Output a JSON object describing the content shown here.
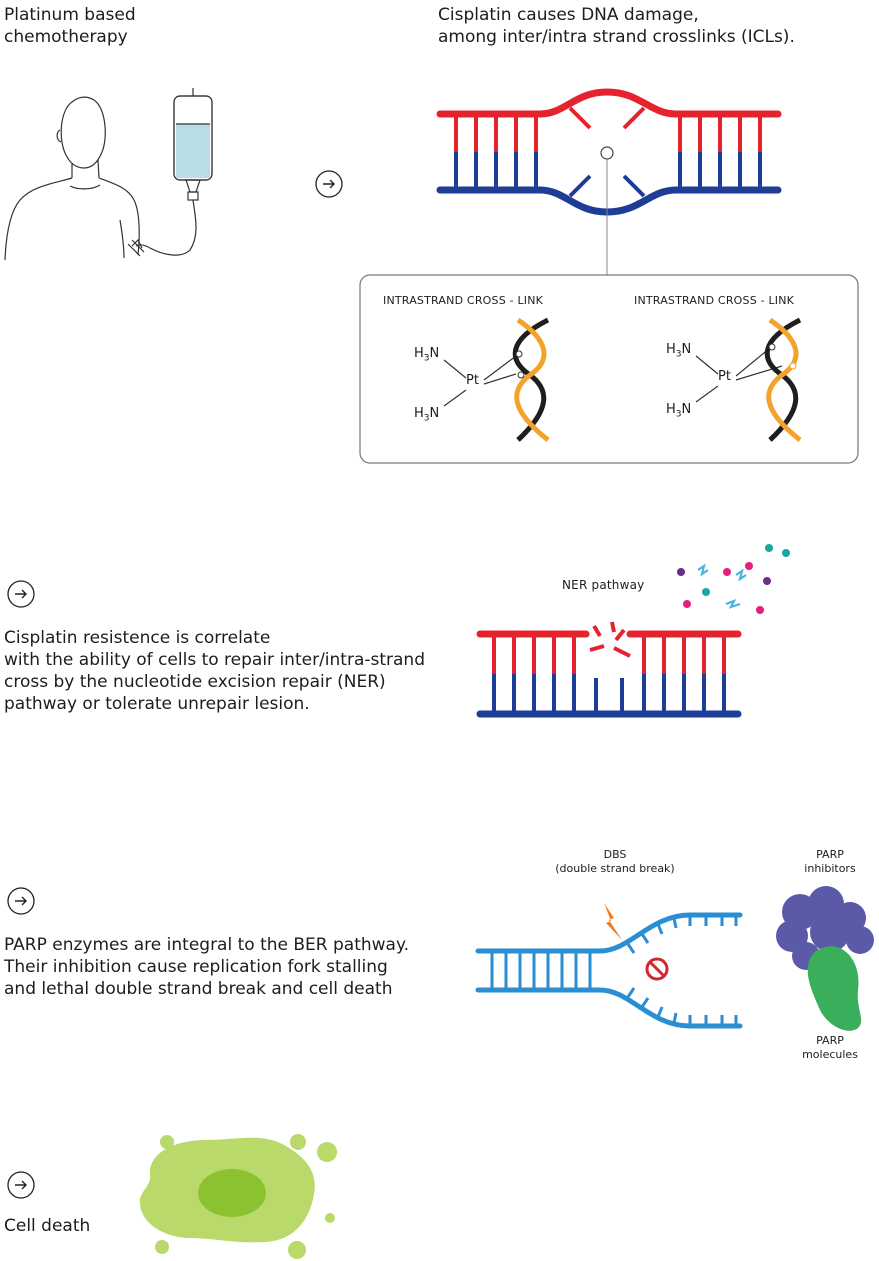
{
  "step1": {
    "left_text": "Platinum based\nchemotherapy",
    "right_text": "Cisplatin causes DNA damage,\namong inter/intra strand crosslinks (ICLs)."
  },
  "crosslink_box": {
    "left_title": "INTRASTRAND CROSS - LINK",
    "right_title": "INTRASTRAND CROSS - LINK",
    "h3n_main": "H",
    "h3n_sub": "3",
    "h3n_tail": "N",
    "pt": "Pt"
  },
  "step2": {
    "text": "Cisplatin resistence is correlate\nwith the ability of cells to repair inter/intra-strand\ncross by the nucleotide excision repair (NER)\npathway or tolerate unrepair lesion.",
    "ner_label": "NER pathway"
  },
  "step3": {
    "text": "PARP enzymes are integral to the BER pathway.\nTheir inhibition cause replication fork stalling\nand lethal double strand break and cell death",
    "dbs_label": "DBS\n(double strand break)",
    "parp_inhibitors_label": "PARP\ninhibitors",
    "parp_molecules_label": "PARP\nmolecules"
  },
  "step4": {
    "text": "Cell death"
  },
  "icons": [
    "arrow-right-circle-icon",
    "person-icon",
    "iv-bag-icon",
    "dna-icon",
    "forbidden-icon",
    "lightning-icon",
    "cell-icon"
  ],
  "colors": {
    "strand_red": "#e5232f",
    "strand_blue": "#1e3d96",
    "fork_blue": "#2a8ed3",
    "helix_orange": "#f2a32b",
    "cell_light": "#b9d96a",
    "cell_dark": "#8cc12f",
    "parp_purple": "#5b5aa8",
    "parp_green": "#3aae5a",
    "forbid_red": "#d3262f",
    "bolt_orange": "#f07d21"
  }
}
